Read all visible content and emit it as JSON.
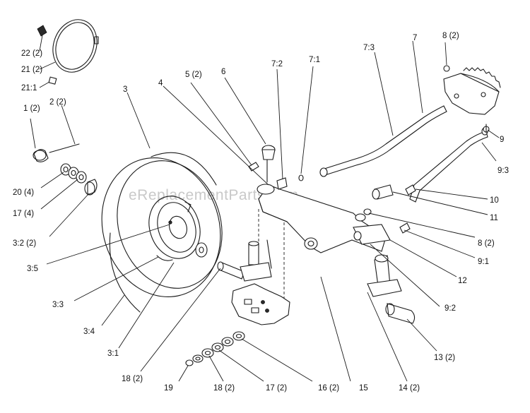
{
  "watermark": "eReplacementParts.com",
  "labels": {
    "p22": "22 (2)",
    "p21": "21 (2)",
    "p21_1": "21:1",
    "p1": "1 (2)",
    "p2": "2 (2)",
    "p3": "3",
    "p4": "4",
    "p5": "5 (2)",
    "p6": "6",
    "p7_2": "7:2",
    "p7_1": "7:1",
    "p7_3": "7:3",
    "p7": "7",
    "p8a": "8 (2)",
    "p9": "9",
    "p9_3": "9:3",
    "p10": "10",
    "p11": "11",
    "p8b": "8 (2)",
    "p9_1": "9:1",
    "p12": "12",
    "p9_2": "9:2",
    "p13": "13 (2)",
    "p14": "14 (2)",
    "p15": "15",
    "p16": "16 (2)",
    "p17a": "17 (2)",
    "p18a": "18 (2)",
    "p19": "19",
    "p18b": "18 (2)",
    "p3_1": "3:1",
    "p3_4": "3:4",
    "p3_3": "3:3",
    "p3_5": "3:5",
    "p3_2": "3:2 (2)",
    "p17b": "17 (4)",
    "p20": "20 (4)"
  }
}
